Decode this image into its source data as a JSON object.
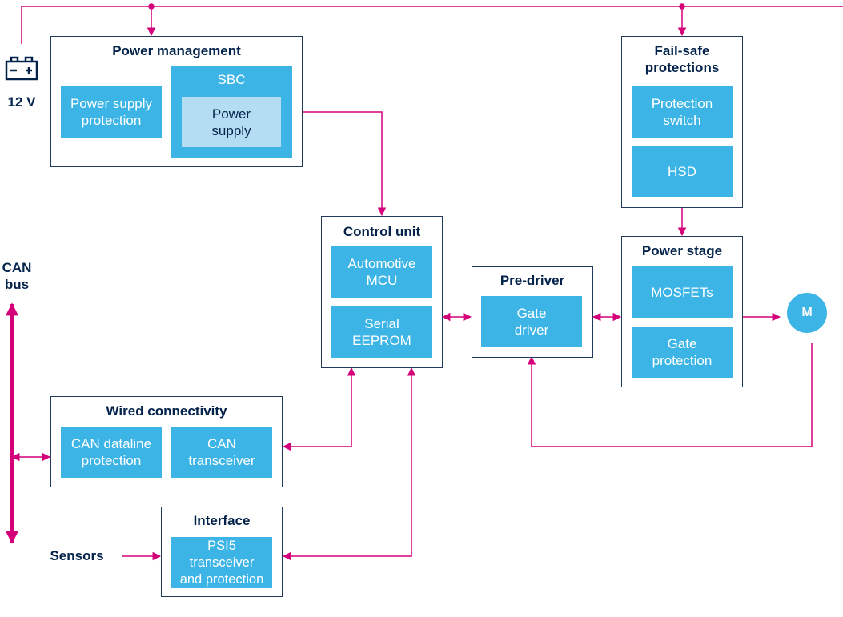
{
  "colors": {
    "wire": "#d4007a",
    "block": "#3cb4e6",
    "block_light": "#b4dcf3",
    "border": "#1f3a5a",
    "text_dark": "#03234b"
  },
  "labels": {
    "battery": "12 V",
    "can_bus": "CAN\nbus",
    "sensors": "Sensors",
    "motor": "M",
    "battery_icon": "battery-icon"
  },
  "power_management": {
    "title": "Power management",
    "power_supply_protection": "Power supply\nprotection",
    "sbc": "SBC",
    "power_supply": "Power\nsupply"
  },
  "fail_safe": {
    "title": "Fail-safe\nprotections",
    "protection_switch": "Protection\nswitch",
    "hsd": "HSD"
  },
  "control_unit": {
    "title": "Control unit",
    "automotive_mcu": "Automotive\nMCU",
    "serial_eeprom": "Serial\nEEPROM"
  },
  "pre_driver": {
    "title": "Pre-driver",
    "gate_driver": "Gate\ndriver"
  },
  "power_stage": {
    "title": "Power stage",
    "mosfets": "MOSFETs",
    "gate_protection": "Gate\nprotection"
  },
  "wired_connectivity": {
    "title": "Wired connectivity",
    "can_dataline_protection": "CAN dataline\nprotection",
    "can_transceiver": "CAN\ntransceiver"
  },
  "interface": {
    "title": "Interface",
    "psi5": "PSI5\ntransceiver\nand protection"
  }
}
